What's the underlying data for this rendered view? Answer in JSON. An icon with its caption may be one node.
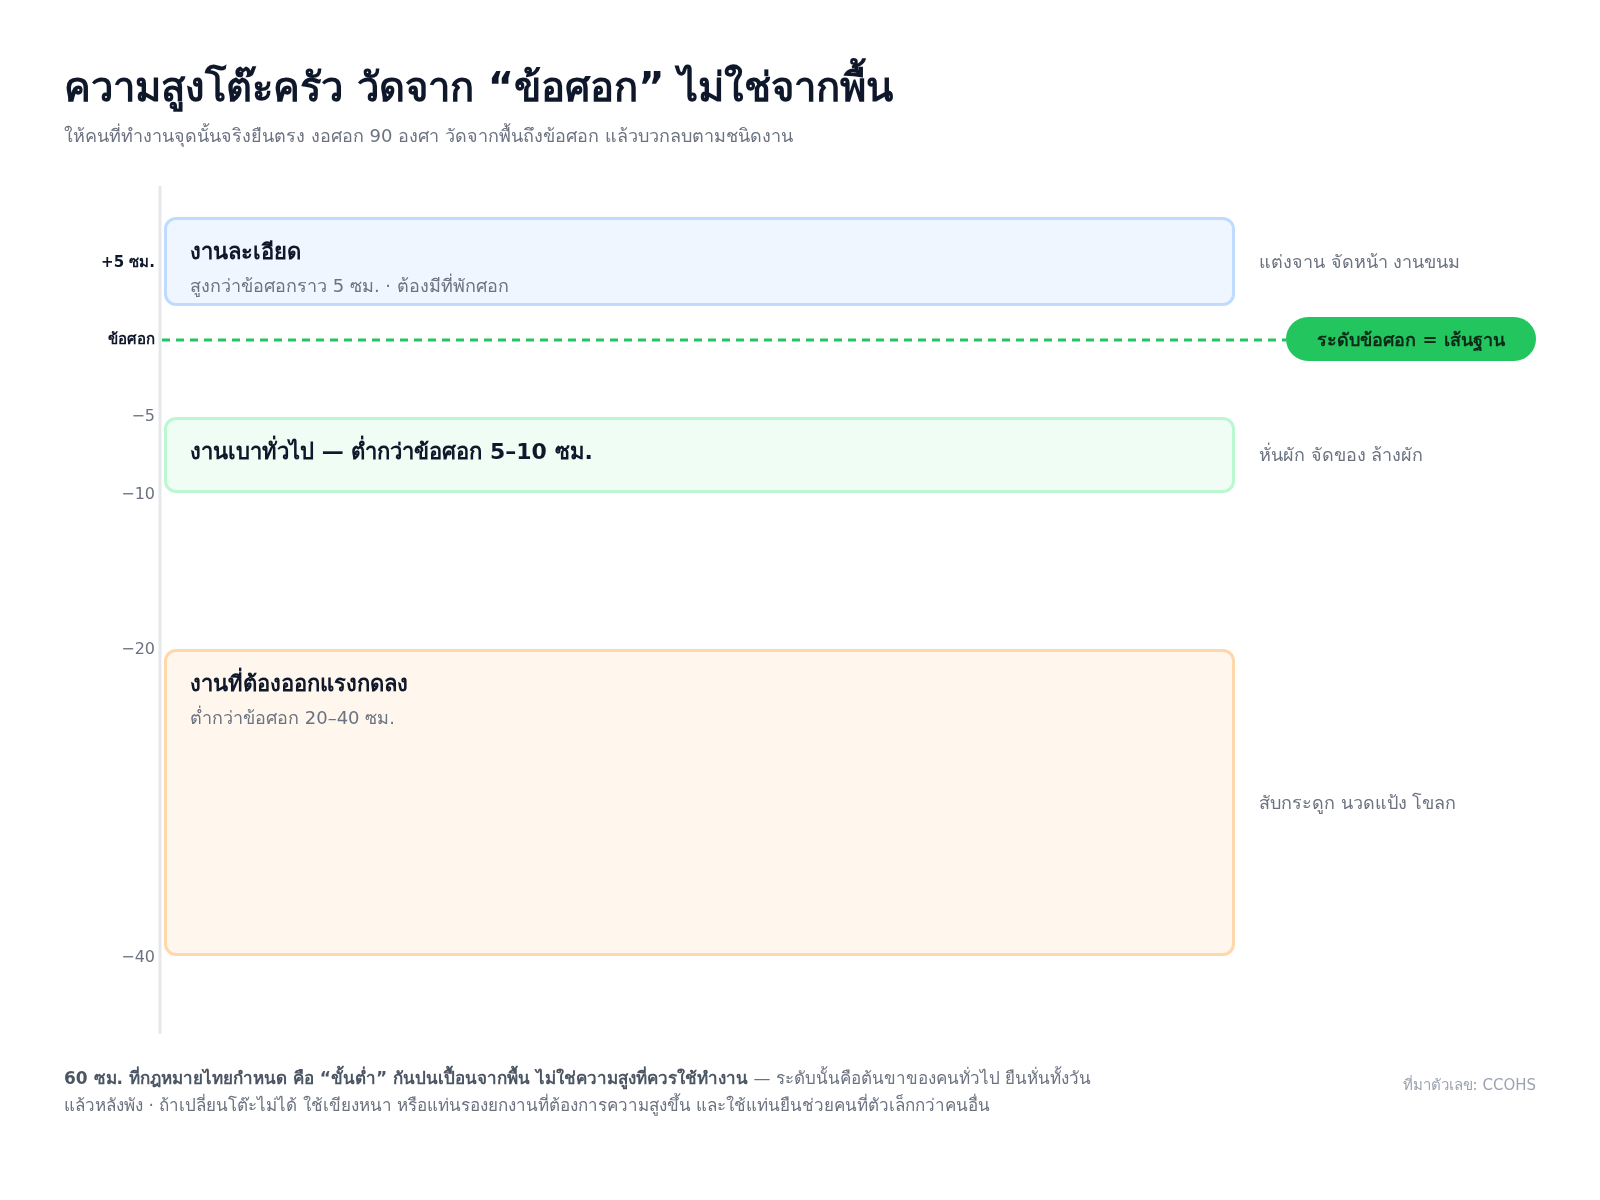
{
  "diagram": {
    "title": "ความสูงโต๊ะครัว วัดจาก “ข้อศอก” ไม่ใช่จากพื้น",
    "nodes": [
      {
        "text": [
          "งานละเอียด",
          "สูงกว่าข้อศอกราว 5 ซม. · ต้องมีที่พักศอก"
        ],
        "beside": [
          "แต่งจาน จัดหน้า งานขนม"
        ]
      },
      {
        "text": [
          "ระดับข้อศอก = เส้นฐาน"
        ]
      },
      {
        "text": [
          "งานเบาทั่วไป — ต่ำกว่าข้อศอก 5–10 ซม."
        ],
        "beside": [
          "หั่นผัก จัดของ ล้างผัก"
        ]
      },
      {
        "text": [
          "งานที่ต้องออกแรงกดลง",
          "ต่ำกว่าข้อศอก 20–40 ซม."
        ],
        "beside": [
          "สับกระดูก นวดแป้ง โขลก"
        ]
      }
    ],
    "labels": [
      "ให้คนที่ทำงานจุดนั้นจริงยืนตรง งอศอก 90 องศา วัดจากพื้นถึงข้อศอก แล้วบวกลบตามชนิดงาน",
      "+5 ซม.",
      "ข้อศอก",
      "−5",
      "−10",
      "−20",
      "−40",
      "**60 ซม. ที่กฎหมายไทยกำหนด คือ “ขั้นต่ำ” กันปนเปื้อนจากพื้น ไม่ใช่ความสูงที่ควรใช้ทำงาน** — ระดับนั้นคือต้นขาของคนทั่วไป ยืนหั่นทั้งวันแล้วหลังพัง · ถ้าเปลี่ยนโต๊ะไม่ได้ ใช้เขียงหนา หรือแท่นรองยกงานที่ต้องการความสูงขึ้น และใช้แท่นยืนช่วยคนที่ตัวเล็กกว่าคนอื่น",
      "ที่มาตัวเลข: CCOHS"
    ]
  }
}
